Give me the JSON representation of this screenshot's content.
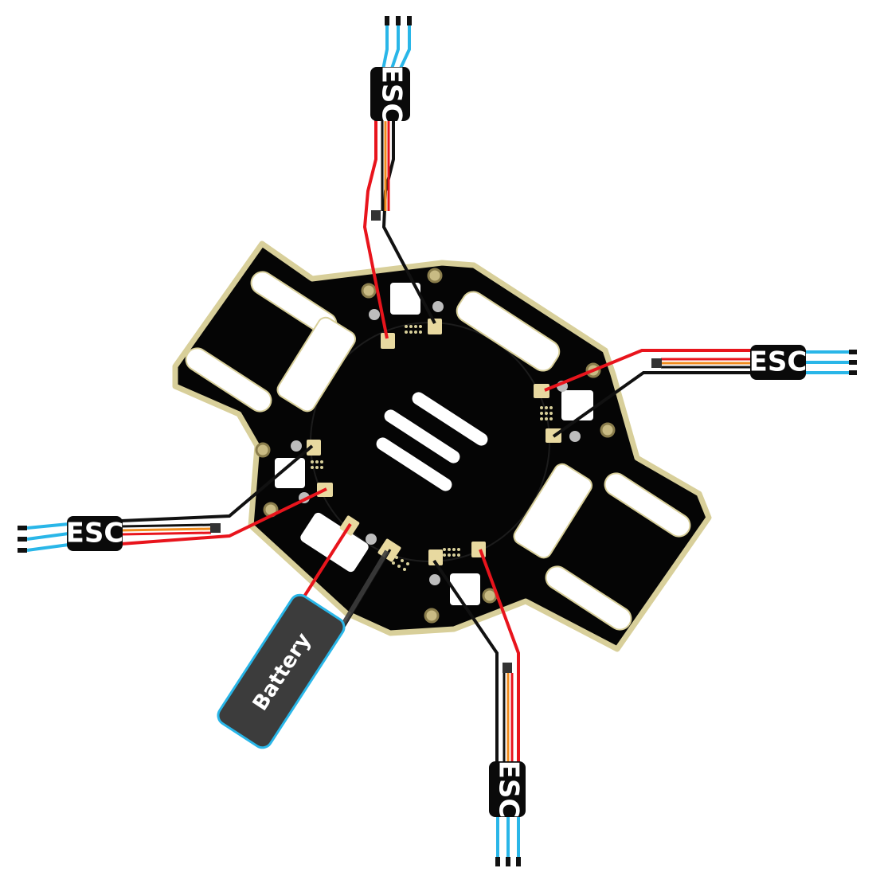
{
  "labels": {
    "esc_top": "ESC",
    "esc_right": "ESC",
    "esc_bottom": "ESC",
    "esc_left": "ESC",
    "battery": "Battery"
  },
  "colors": {
    "board": "#050505",
    "board_edge": "#d8cf9a",
    "pad": "#e8d9a0",
    "cutout": "#ffffff",
    "wire_positive": "#e8141c",
    "wire_negative": "#111111",
    "wire_signal": "#f08a1c",
    "motor_wire": "#29b6e8",
    "esc_body": "#0a0a0a",
    "battery_body": "#3c3c3c",
    "battery_border": "#29b6e8"
  },
  "icons": {
    "plus_marker": "plus-icon",
    "minus_marker": "minus-icon"
  }
}
